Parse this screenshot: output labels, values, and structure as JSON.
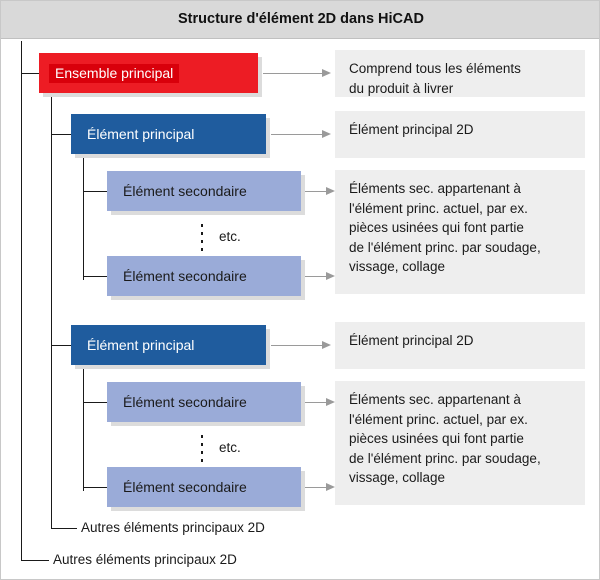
{
  "header": {
    "title": "Structure d'élément 2D dans HiCAD"
  },
  "nodes": {
    "root": {
      "label": "Ensemble principal",
      "color": "#ed1c24"
    },
    "main_1": {
      "label": "Élément principal",
      "color": "#1f5c9e"
    },
    "sub_1a": {
      "label": "Élément secondaire",
      "color": "#9aabd8"
    },
    "sub_1b": {
      "label": "Élément secondaire",
      "color": "#9aabd8"
    },
    "main_2": {
      "label": "Élément principal",
      "color": "#1f5c9e"
    },
    "sub_2a": {
      "label": "Élément secondaire",
      "color": "#9aabd8"
    },
    "sub_2b": {
      "label": "Élément secondaire",
      "color": "#9aabd8"
    }
  },
  "etc": {
    "first": "etc.",
    "second": "etc."
  },
  "descriptions": {
    "root": {
      "lines": [
        "Comprend tous les éléments",
        "du produit à livrer"
      ]
    },
    "main_1": {
      "lines": [
        "Élément principal 2D"
      ]
    },
    "sub_1": {
      "lines": [
        "Éléments sec. appartenant à",
        "l'élément princ. actuel, par ex.",
        "pièces usinées qui font partie",
        "de l'élément princ. par soudage,",
        "vissage, collage"
      ]
    },
    "main_2": {
      "lines": [
        "Élément principal 2D"
      ]
    },
    "sub_2": {
      "lines": [
        "Éléments sec. appartenant à",
        "l'élément princ. actuel, par ex.",
        "pièces usinées qui font partie",
        "de l'élément princ. par soudage,",
        "vissage, collage"
      ]
    }
  },
  "leaves": {
    "others_inner": "Autres éléments principaux 2D",
    "others_outer": "Autres éléments principaux 2D"
  },
  "colors": {
    "header_band": "#d9d9d9",
    "root_box": "#ed1c24",
    "main_box": "#1f5c9e",
    "sub_box": "#9aabd8",
    "desc_panel": "#eeeeee",
    "arrow": "#9a9a9a",
    "tree_line": "#1a1a1a"
  }
}
